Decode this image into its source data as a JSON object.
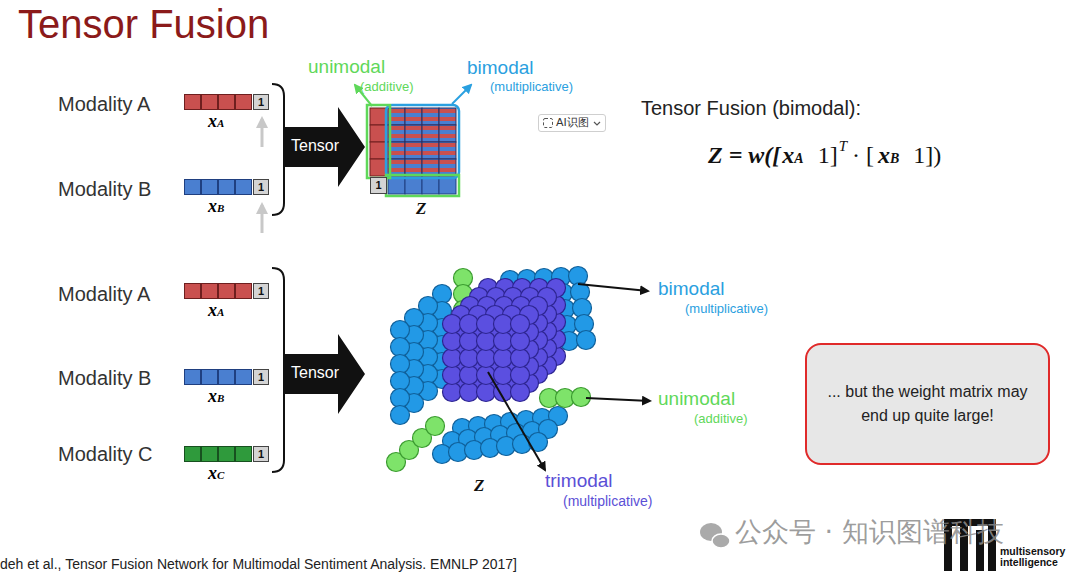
{
  "diagram": {
    "title": "Tensor Fusion",
    "nodes": [
      {
        "text": [
          "1",
          "xA"
        ]
      },
      {
        "text": [
          "Tensor"
        ]
      },
      {
        "text": [
          "1",
          "xB"
        ]
      },
      {
        "text": [
          "1",
          "Z"
        ]
      },
      {
        "text": [
          "AI识图"
        ]
      },
      {
        "text": [
          "1",
          "xA"
        ]
      },
      {
        "text": [
          "Tensor"
        ]
      },
      {
        "text": [
          "1",
          "xB"
        ]
      },
      {
        "text": [
          "1",
          "xC"
        ]
      },
      {
        "text": [
          "... but the weight matrix may end up quite large!"
        ]
      }
    ],
    "labels": [
      "Modality A",
      "Modality B",
      "unimodal",
      "(additive)",
      "bimodal",
      "(multiplicative)",
      "Tensor Fusion (bimodal):",
      "Z = w([",
      "xA",
      "1]",
      "T",
      "· [",
      "xB",
      "1])",
      "Modality A",
      "Modality B",
      "Modality C",
      "bimodal",
      "(multiplicative)",
      "unimodal",
      "(additive)",
      "trimodal",
      "(multiplicative)",
      "Z",
      "deh et al., Tensor Fusion Network for Multimodal Sentiment Analysis. EMNLP 2017]",
      "公众号 · 知识图谱科技",
      "multisensory intelligence"
    ]
  }
}
